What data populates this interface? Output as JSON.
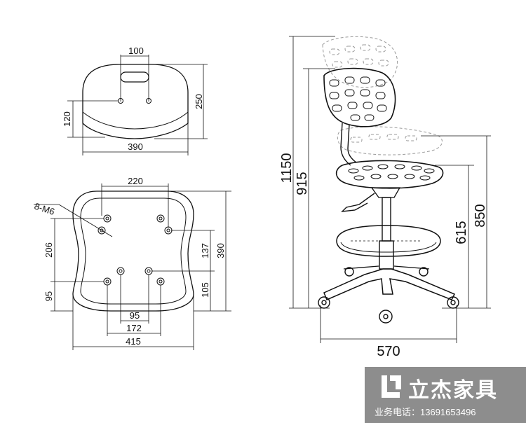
{
  "top_view": {
    "dim_handle_width": "100",
    "dim_holes_height": "120",
    "dim_depth": "250",
    "dim_width": "390"
  },
  "bottom_view": {
    "bolt_label": "8-M6",
    "dim_top_spacing": "220",
    "dim_left_upper": "206",
    "dim_left_lower": "95",
    "dim_right_upper": "137",
    "dim_right_lower": "105",
    "dim_right_total": "390",
    "dim_bottom_inner": "95",
    "dim_bottom_mid": "172",
    "dim_bottom_total": "415"
  },
  "side_view": {
    "dim_overall_height": "1150",
    "dim_back_height": "915",
    "dim_seat_height": "850",
    "dim_footrest_height": "615",
    "dim_base_width": "570"
  },
  "brand": {
    "name": "立杰家具",
    "contact": "业务电话：13691653496"
  }
}
